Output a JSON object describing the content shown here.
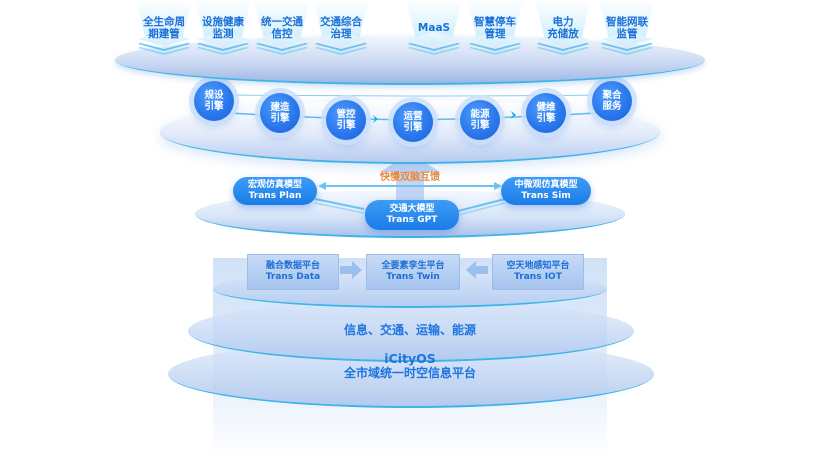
{
  "applications": [
    {
      "label": "全生命周\n期建管"
    },
    {
      "label": "设施健康\n监测"
    },
    {
      "label": "统一交通\n信控"
    },
    {
      "label": "交通综合\n治理"
    },
    {
      "label": "MaaS"
    },
    {
      "label": "智慧停车\n管理"
    },
    {
      "label": "电力\n充储放"
    },
    {
      "label": "智能网联\n监管"
    }
  ],
  "engines": [
    {
      "label": "规设\n引擎"
    },
    {
      "label": "建造\n引擎"
    },
    {
      "label": "管控\n引擎"
    },
    {
      "label": "运营\n引擎"
    },
    {
      "label": "能源\n引擎"
    },
    {
      "label": "健维\n引擎"
    },
    {
      "label": "聚合\n服务"
    }
  ],
  "feedback_label": "快慢双脑互馈",
  "models": {
    "plan": {
      "cn": "宏观仿真模型",
      "en": "Trans Plan"
    },
    "gpt": {
      "cn": "交通大模型",
      "en": "Trans GPT"
    },
    "sim": {
      "cn": "中微观仿真模型",
      "en": "Trans Sim"
    }
  },
  "platforms": {
    "data": {
      "cn": "融合数据平台",
      "en": "Trans Data"
    },
    "twin": {
      "cn": "全要素孪生平台",
      "en": "Trans Twin"
    },
    "iot": {
      "cn": "空天地感知平台",
      "en": "Trans IOT"
    }
  },
  "domains_label": "信息、交通、运输、能源",
  "os": {
    "name": "iCityOS",
    "subtitle": "全市域统一时空信息平台"
  },
  "colors": {
    "primary_blue": "#1e74e0",
    "engine_blue": "#2a78ec",
    "accent_orange": "#f08a38",
    "line_cyan": "#3fb4e8"
  }
}
